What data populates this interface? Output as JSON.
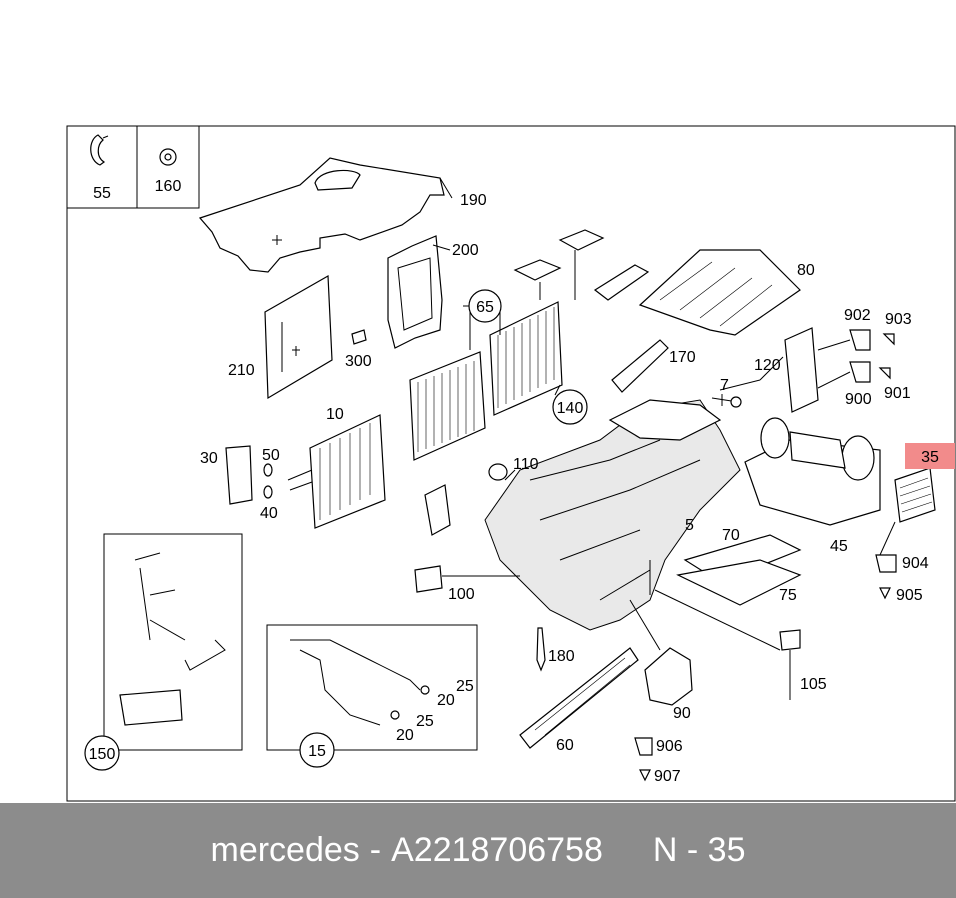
{
  "diagram": {
    "labels": {
      "p55": "55",
      "p160": "160",
      "p190": "190",
      "p200": "200",
      "p210": "210",
      "p300": "300",
      "p65": "65",
      "p170": "170",
      "p140": "140",
      "p80": "80",
      "p902": "902",
      "p903": "903",
      "p900": "900",
      "p901": "901",
      "p120": "120",
      "p7": "7",
      "p10": "10",
      "p30": "30",
      "p50": "50",
      "p40": "40",
      "p110": "110",
      "p5": "5",
      "p70": "70",
      "p45": "45",
      "p35": "35",
      "p904": "904",
      "p905": "905",
      "p100": "100",
      "p75": "75",
      "p180": "180",
      "p105": "105",
      "p90": "90",
      "p906": "906",
      "p907": "907",
      "p60": "60",
      "p150": "150",
      "p15": "15",
      "p25a": "25",
      "p20a": "20",
      "p25b": "25",
      "p20b": "20"
    },
    "highlight_color": "#f28b8b"
  },
  "footer": {
    "brand": "mercedes",
    "separator": "-",
    "part_number": "A2218706758",
    "position": "N - 35"
  }
}
